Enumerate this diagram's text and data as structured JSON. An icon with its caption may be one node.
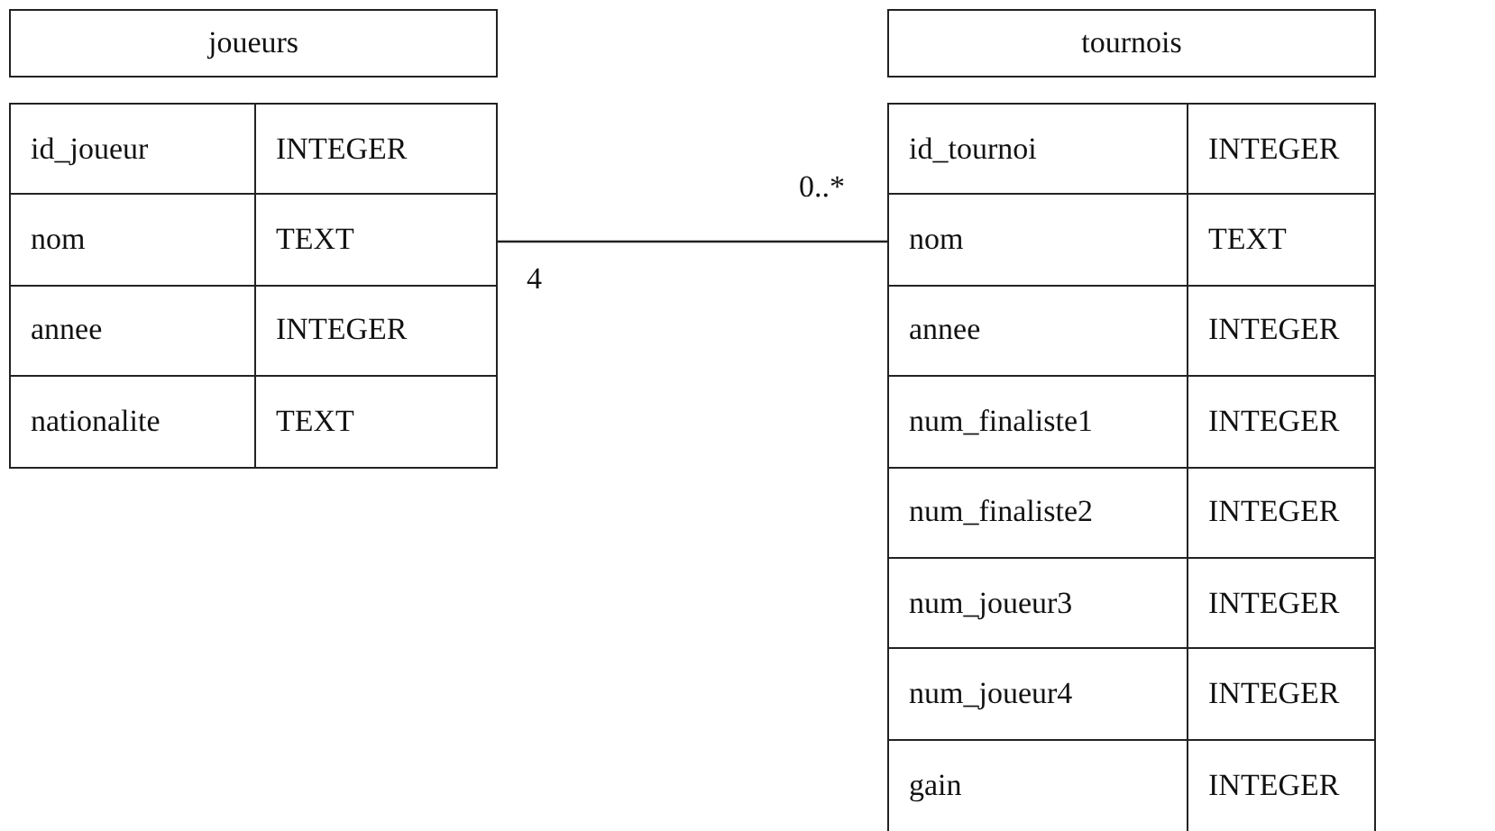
{
  "diagram": {
    "nodes": [
      {
        "text": [
          "joueurs"
        ]
      },
      {
        "text": [
          "id_joueur",
          "INTEGER",
          "nom",
          "TEXT",
          "annee",
          "INTEGER",
          "nationalite",
          "TEXT"
        ]
      },
      {
        "text": [
          "tournois"
        ]
      },
      {
        "text": [
          "id_tournoi",
          "INTEGER",
          "nom",
          "TEXT",
          "annee",
          "INTEGER",
          "num_finaliste1",
          "INTEGER",
          "num_finaliste2",
          "INTEGER",
          "num_joueur3",
          "INTEGER",
          "num_joueur4",
          "INTEGER",
          "gain",
          "INTEGER"
        ]
      }
    ],
    "edges": [
      {
        "from": 1,
        "to": 3,
        "arrow": "none"
      }
    ],
    "labels": [
      "0..*",
      "4"
    ]
  }
}
